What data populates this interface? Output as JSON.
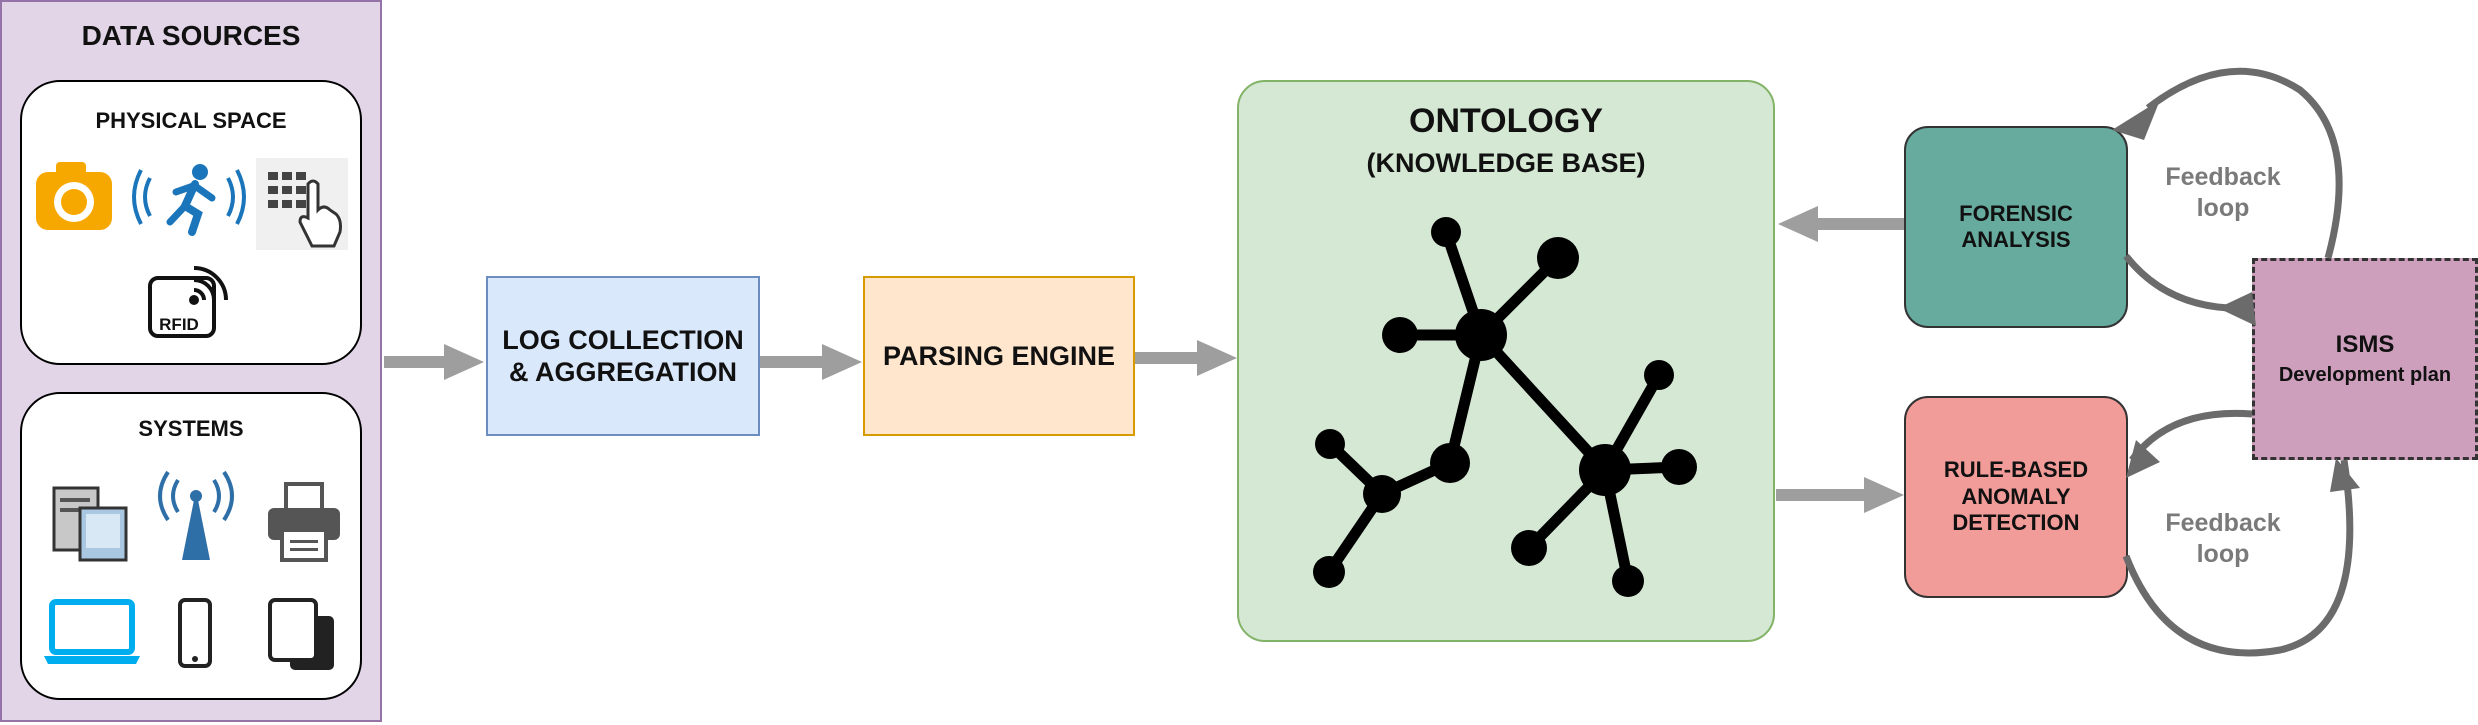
{
  "data_sources": {
    "title": "DATA SOURCES",
    "physical_space": {
      "title": "PHYSICAL SPACE",
      "icons": [
        "camera-icon",
        "motion-sensor-icon",
        "keypad-icon",
        "rfid-icon"
      ],
      "rfid_label": "RFID"
    },
    "systems": {
      "title": "SYSTEMS",
      "icons": [
        "server-icon",
        "wireless-antenna-icon",
        "printer-icon",
        "laptop-icon",
        "smartphone-icon",
        "tablet-icon"
      ]
    }
  },
  "pipeline": {
    "log_collection": [
      "LOG COLLECTION",
      "& AGGREGATION"
    ],
    "parsing_engine": "PARSING ENGINE"
  },
  "ontology": {
    "title": "ONTOLOGY",
    "subtitle": "(KNOWLEDGE BASE)"
  },
  "forensic": [
    "FORENSIC",
    "ANALYSIS"
  ],
  "rule_based": [
    "RULE-BASED",
    "ANOMALY",
    "DETECTION"
  ],
  "isms": {
    "title": "ISMS",
    "subtitle": "Development plan"
  },
  "feedback": {
    "top": [
      "Feedback",
      "loop"
    ],
    "bottom": [
      "Feedback",
      "loop"
    ]
  },
  "colors": {
    "data_sources_fill": "#e1d5e7",
    "log_fill": "#dae8fc",
    "parse_fill": "#ffe6cc",
    "ontology_fill": "#d5e8d4",
    "forensic_fill": "#67ab9f",
    "rule_fill": "#f19c99",
    "isms_fill": "#cd9fbd",
    "arrow_gray": "#9e9e9e",
    "loop_gray": "#6b6b6b"
  }
}
